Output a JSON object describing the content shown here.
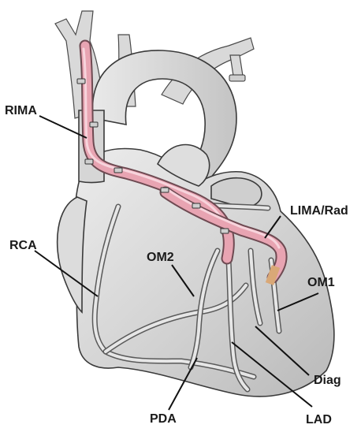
{
  "labels": {
    "rima": "RIMA",
    "lima_rad": "LIMA/Rad",
    "rca": "RCA",
    "om2": "OM2",
    "om1": "OM1",
    "diag": "Diag",
    "pda": "PDA",
    "lad": "LAD"
  },
  "colors": {
    "graft": "#e8a4b2",
    "radial_segment": "#d9a877",
    "heart_fill": "#d4d4d4",
    "outline": "#3a3a3a"
  }
}
